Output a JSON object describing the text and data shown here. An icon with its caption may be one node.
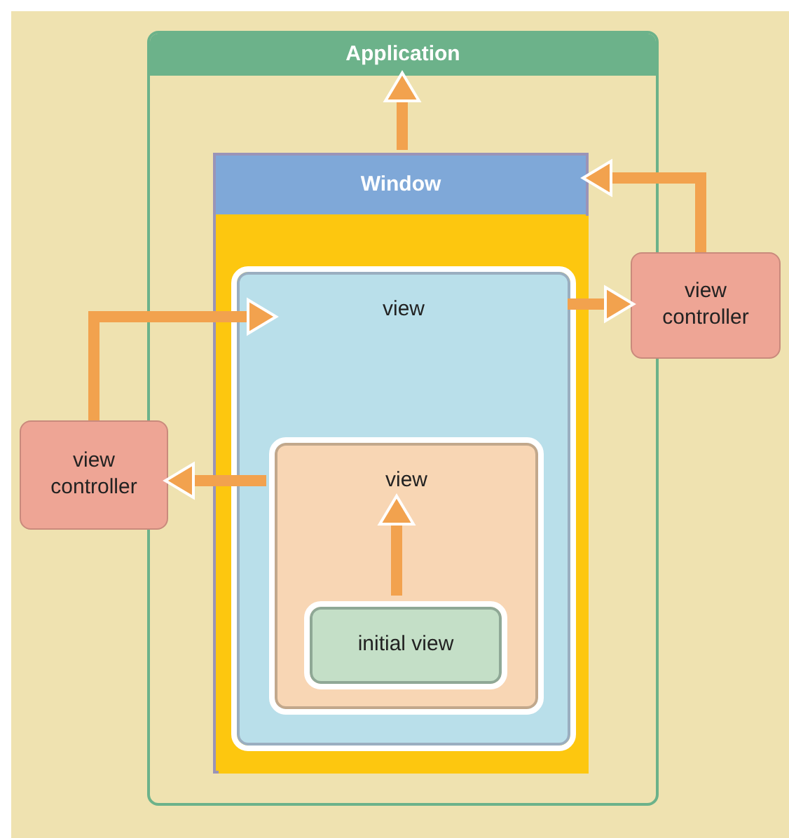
{
  "diagram": {
    "nodes": [
      {
        "text": [
          "Application"
        ]
      },
      {
        "text": [
          "Window"
        ],
        "in": 0
      },
      {
        "text": [],
        "shape": "box",
        "in": 1
      },
      {
        "text": [
          "view"
        ],
        "in": 2
      },
      {
        "text": [
          "view"
        ],
        "in": 3
      },
      {
        "text": [
          "initial view"
        ],
        "in": 4
      },
      {
        "text": [
          "view controller"
        ]
      },
      {
        "text": [
          "view controller"
        ]
      }
    ],
    "edges": [
      {
        "from": 1,
        "to": 0,
        "arrow": "to"
      },
      {
        "from": 6,
        "to": 1,
        "arrow": "to"
      },
      {
        "from": 3,
        "to": 6,
        "arrow": "to"
      },
      {
        "from": 7,
        "to": 3,
        "arrow": "to"
      },
      {
        "from": 4,
        "to": 7,
        "arrow": "to"
      },
      {
        "from": 5,
        "to": 4,
        "arrow": "to"
      }
    ]
  }
}
